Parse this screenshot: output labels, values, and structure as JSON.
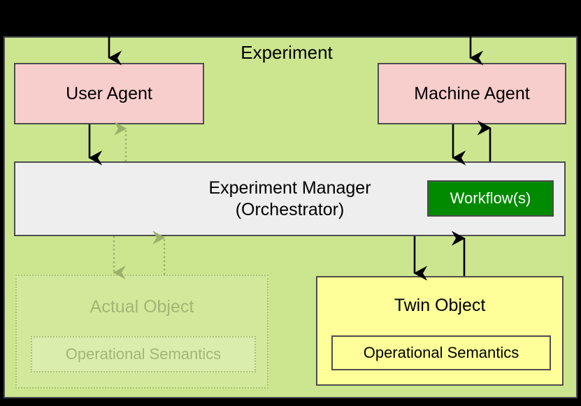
{
  "diagram": {
    "title": "Experiment",
    "background_color": "#000000",
    "panel_color": "#cce68f",
    "nodes": {
      "user_agent": {
        "label": "User Agent",
        "color": "#f8cecc"
      },
      "machine_agent": {
        "label": "Machine Agent",
        "color": "#f8cecc"
      },
      "experiment_manager": {
        "line1": "Experiment Manager",
        "line2": "(Orchestrator)",
        "color": "#eeeeee"
      },
      "workflows": {
        "label": "Workflow(s)",
        "color": "#008a00",
        "text_color": "#ffffff"
      },
      "actual_object": {
        "label": "Actual Object",
        "semantics_label": "Operational Semantics",
        "state": "faded",
        "color": "#9bb06a"
      },
      "twin_object": {
        "label": "Twin Object",
        "semantics_label": "Operational Semantics",
        "color": "#ffff99"
      }
    },
    "edges": [
      {
        "name": "external-to-user-agent",
        "style": "solid",
        "direction": "down"
      },
      {
        "name": "external-to-machine-agent",
        "style": "solid",
        "direction": "down"
      },
      {
        "name": "user-agent-to-manager",
        "style": "solid",
        "direction": "down"
      },
      {
        "name": "manager-to-user-agent",
        "style": "dotted",
        "direction": "up"
      },
      {
        "name": "machine-agent-to-manager",
        "style": "solid",
        "direction": "down"
      },
      {
        "name": "manager-to-machine-agent",
        "style": "solid",
        "direction": "up"
      },
      {
        "name": "manager-to-actual-object",
        "style": "dotted",
        "direction": "down"
      },
      {
        "name": "actual-object-to-manager",
        "style": "dotted",
        "direction": "up"
      },
      {
        "name": "manager-to-twin-object",
        "style": "solid",
        "direction": "down"
      },
      {
        "name": "twin-object-to-manager",
        "style": "solid",
        "direction": "up"
      }
    ]
  }
}
